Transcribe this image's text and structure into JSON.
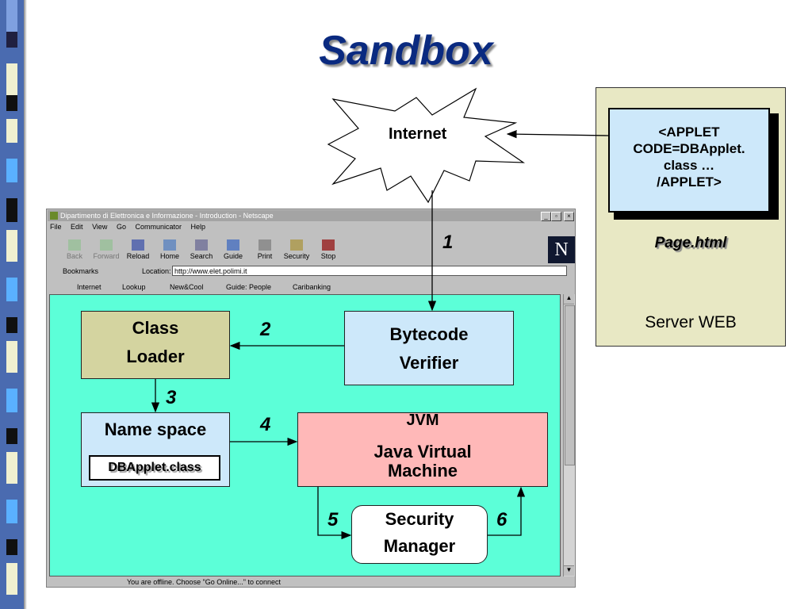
{
  "title": "Sandbox",
  "internet_label": "Internet",
  "server": {
    "applet_lines": [
      "<APPLET",
      "CODE=DBApplet.",
      "class …",
      "/APPLET>"
    ],
    "page_label": "Page.html",
    "server_label": "Server WEB"
  },
  "browser": {
    "window_title": "Dipartimento di Elettronica e Informazione - Introduction - Netscape",
    "menu": [
      "File",
      "Edit",
      "View",
      "Go",
      "Communicator",
      "Help"
    ],
    "toolbar": [
      "Back",
      "Forward",
      "Reload",
      "Home",
      "Search",
      "Guide",
      "Print",
      "Security",
      "Stop"
    ],
    "bookmarks_label": "Bookmarks",
    "location_label": "Location:",
    "location_value": "http://www.elet.polimi.it",
    "personal": [
      "Internet",
      "Lookup",
      "New&Cool",
      "Guide: People",
      "Caribanking"
    ],
    "status_text": "You are offline. Choose \"Go Online...\" to connect",
    "logo_letter": "N"
  },
  "diagram": {
    "class_loader": [
      "Class",
      "Loader"
    ],
    "bytecode_verifier": [
      "Bytecode",
      "Verifier"
    ],
    "name_space": "Name space",
    "dbapplet_class": "DBApplet.class",
    "jvm": [
      "JVM",
      "Java Virtual",
      "Machine"
    ],
    "security_manager": [
      "Security",
      "Manager"
    ],
    "steps": [
      "1",
      "2",
      "3",
      "4",
      "5",
      "6"
    ]
  },
  "colors": {
    "title": "#0a2a80",
    "server_bg": "#e8e8c4",
    "applet_bg": "#cde8fa",
    "content_bg": "#5cffd8",
    "class_loader_bg": "#d4d4a0",
    "verifier_bg": "#cde8fa",
    "namespace_bg": "#cde8fa",
    "jvm_bg": "#ffb8b8",
    "security_bg": "#ffffff"
  }
}
